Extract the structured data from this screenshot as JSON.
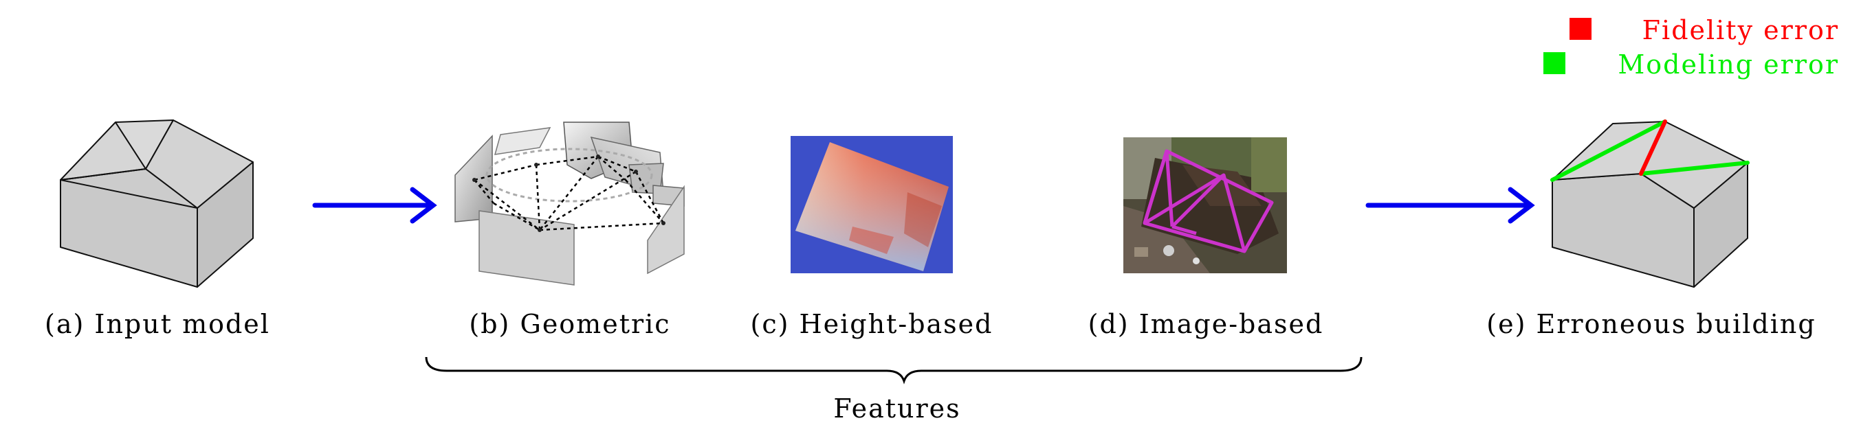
{
  "legend": {
    "items": [
      {
        "label": "Fidelity error",
        "color": "#ff0000"
      },
      {
        "label": "Modeling error",
        "color": "#00ee00"
      }
    ]
  },
  "panels": {
    "a": {
      "caption": "(a) Input model"
    },
    "b": {
      "caption": "(b) Geometric"
    },
    "c": {
      "caption": "(c) Height-based"
    },
    "d": {
      "caption": "(d) Image-based"
    },
    "e": {
      "caption": "(e) Erroneous building"
    }
  },
  "features_label": "Features",
  "colors": {
    "arrow": "#0000ee",
    "model_face": "#cfcfcf",
    "height_bg": "#3c4fc8",
    "image_overlay": "#cc33cc"
  }
}
